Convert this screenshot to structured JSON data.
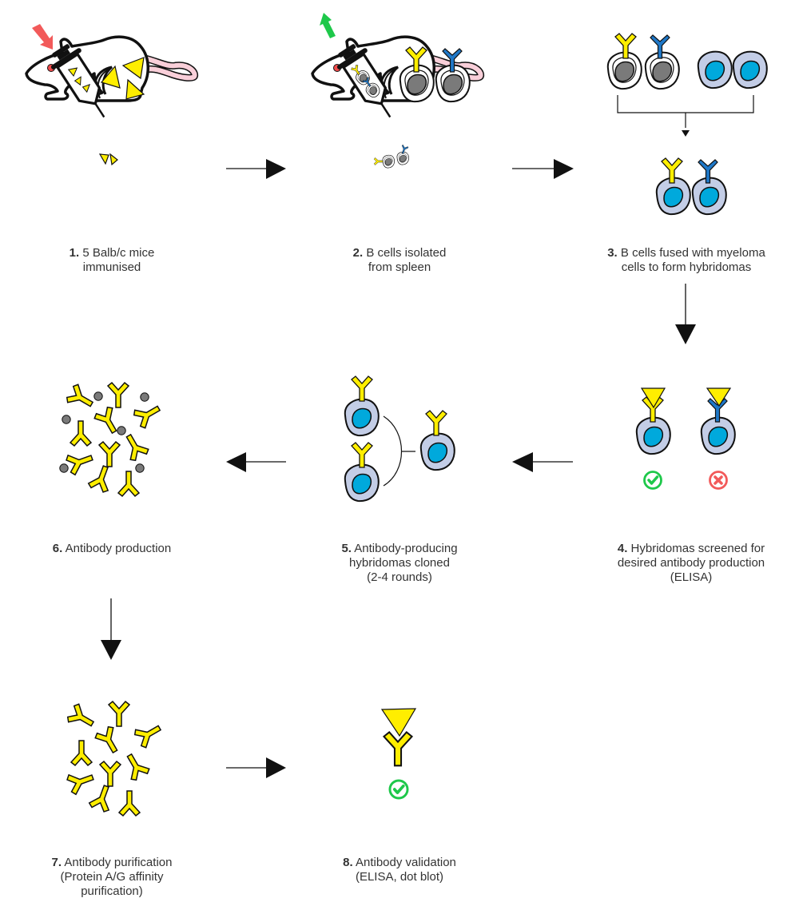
{
  "title": "Monoclonal antibody production workflow (hybridoma technology)",
  "colors": {
    "antigen": "#ffee00",
    "antibody_yellow": "#ffee00",
    "antibody_blue": "#1f78c8",
    "bcell_fill": "#ffffff",
    "bcell_nucleus": "#7a7a7a",
    "myeloma_fill": "#c3cde6",
    "myeloma_nucleus": "#00a9dc",
    "inject_arrow": "#f25a5a",
    "extract_arrow": "#1ec84a",
    "check": "#1ec84a",
    "cross": "#f25a5a",
    "mouse_tail": "#f9cfd9",
    "mouse_eye": "#f04b4b"
  },
  "steps": [
    {
      "number": "1.",
      "lines": [
        "5 Balb/c mice",
        "immunised"
      ],
      "icon": "mouse-injection"
    },
    {
      "number": "2.",
      "lines": [
        "B cells isolated",
        "from spleen"
      ],
      "icon": "mouse-extraction"
    },
    {
      "number": "3.",
      "lines": [
        "B cells fused with myeloma",
        "cells to form hybridomas"
      ],
      "icon": "cell-fusion"
    },
    {
      "number": "4.",
      "lines": [
        "Hybridomas screened for",
        "desired antibody production",
        "(ELISA)"
      ],
      "icon": "screening"
    },
    {
      "number": "5.",
      "lines": [
        "Antibody-producing",
        "hybridomas cloned",
        "(2-4 rounds)"
      ],
      "icon": "cloning"
    },
    {
      "number": "6.",
      "lines": [
        "Antibody production"
      ],
      "icon": "antibody-mixture"
    },
    {
      "number": "7.",
      "lines": [
        "Antibody purification",
        "(Protein A/G affinity",
        "purification)"
      ],
      "icon": "purified-antibodies"
    },
    {
      "number": "8.",
      "lines": [
        "Antibody validation",
        "(ELISA, dot blot)"
      ],
      "icon": "validated-antibody"
    }
  ],
  "screening_results": [
    {
      "antibody": "yellow",
      "result": "positive",
      "icon": "check-icon"
    },
    {
      "antibody": "blue",
      "result": "negative",
      "icon": "cross-icon"
    }
  ],
  "flow": [
    "1→2",
    "2→3",
    "3→4",
    "4→5",
    "5→6",
    "6→7",
    "7→8"
  ]
}
